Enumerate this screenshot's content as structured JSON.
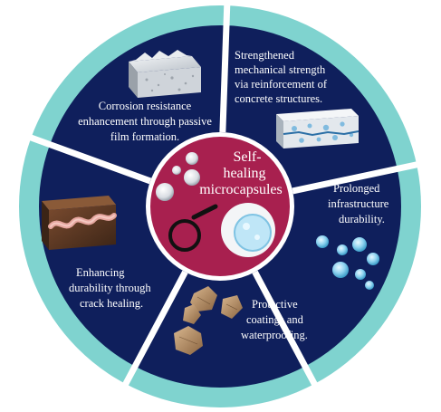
{
  "colors": {
    "outer_ring": "#7fd3cf",
    "segment_fill": "#0f1f5c",
    "divider": "#ffffff",
    "center_fill": "#a8204f",
    "center_ring": "#ffffff"
  },
  "center": {
    "title_line1": "Self-",
    "title_line2": "healing",
    "title_line3": "microcapsules"
  },
  "segments": [
    {
      "id": "corrosion",
      "lines": [
        "Corrosion resistance",
        "enhancement through passive",
        "film formation."
      ],
      "icon": "granular-concrete-block"
    },
    {
      "id": "strength",
      "lines": [
        "Strengthened",
        "mechanical strength",
        "via reinforcement of",
        "concrete structures."
      ],
      "icon": "cracked-concrete-block"
    },
    {
      "id": "durability",
      "lines": [
        "Prolonged",
        "infrastructure",
        "durability."
      ],
      "icon": "microcapsule-spheres"
    },
    {
      "id": "coatings",
      "lines": [
        "Protective",
        "coatings and",
        "waterproofing."
      ],
      "icon": "coated-aggregate-chips"
    },
    {
      "id": "crack-healing",
      "lines": [
        "Enhancing",
        "durability through",
        "crack healing."
      ],
      "icon": "healed-crack-rock"
    }
  ]
}
